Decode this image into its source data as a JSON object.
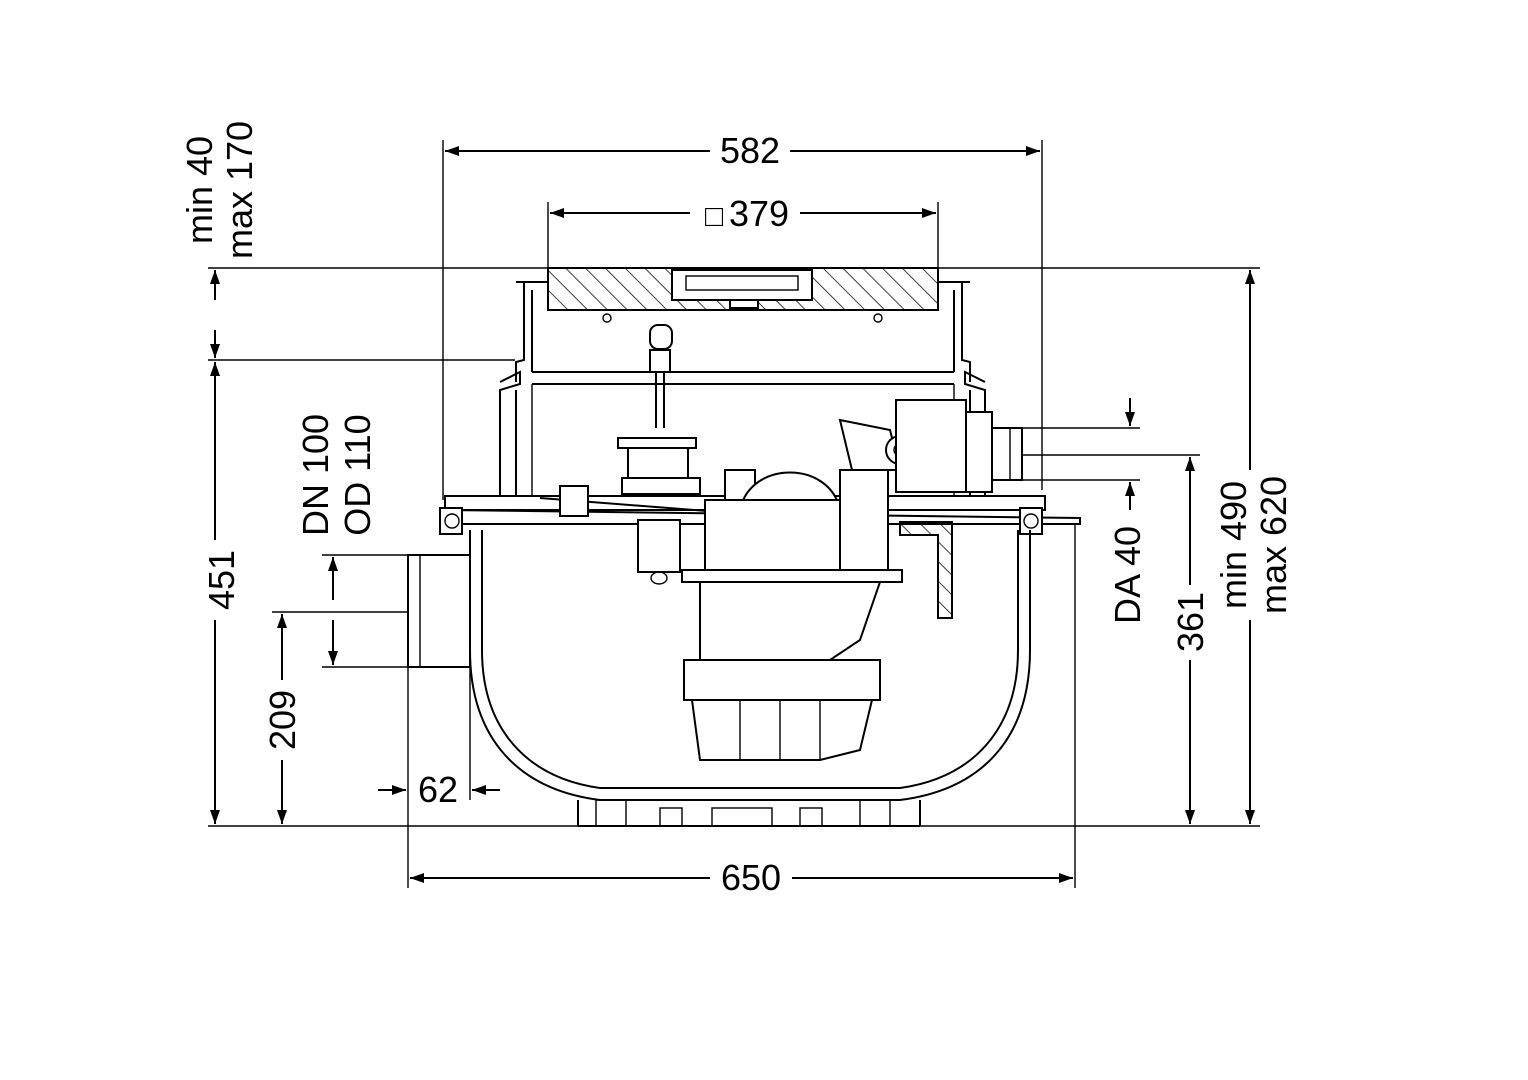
{
  "dimensions": {
    "overall_top_width": "582",
    "grate_square": "379",
    "grate_square_symbol": "□",
    "extension_min": "min 40",
    "extension_max": "max 170",
    "body_height": "451",
    "inlet_dn": "DN 100",
    "inlet_od": "OD 110",
    "inlet_height": "209",
    "inlet_offset": "62",
    "base_width": "650",
    "outlet_da": "DA 40",
    "outlet_height": "361",
    "total_min": "min 490",
    "total_max": "max 620"
  }
}
